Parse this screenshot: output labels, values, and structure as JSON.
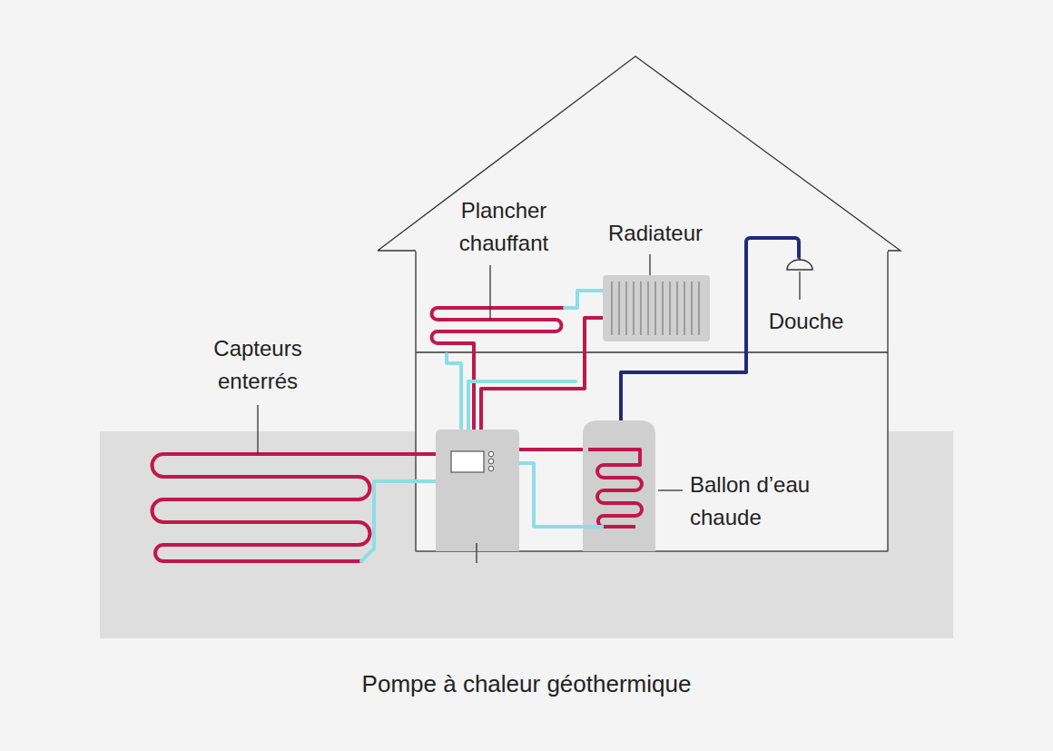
{
  "diagram": {
    "caption": "Pompe à chaleur géothermique",
    "labels": [
      "Capteurs enterrés",
      "Plancher chauffant",
      "Radiateur",
      "Douche",
      "Ballon d’eau chaude"
    ]
  }
}
